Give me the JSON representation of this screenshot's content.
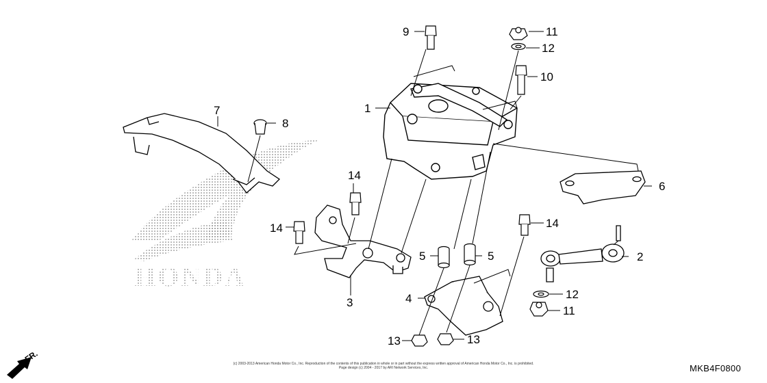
{
  "parts": [
    {
      "id": "part-1",
      "num": "1"
    },
    {
      "id": "part-2",
      "num": "2"
    },
    {
      "id": "part-3",
      "num": "3"
    },
    {
      "id": "part-4",
      "num": "4"
    },
    {
      "id": "part-5a",
      "num": "5"
    },
    {
      "id": "part-5b",
      "num": "5"
    },
    {
      "id": "part-6",
      "num": "6"
    },
    {
      "id": "part-7",
      "num": "7"
    },
    {
      "id": "part-8",
      "num": "8"
    },
    {
      "id": "part-9",
      "num": "9"
    },
    {
      "id": "part-10",
      "num": "10"
    },
    {
      "id": "part-11a",
      "num": "11"
    },
    {
      "id": "part-11b",
      "num": "11"
    },
    {
      "id": "part-12a",
      "num": "12"
    },
    {
      "id": "part-12b",
      "num": "12"
    },
    {
      "id": "part-13a",
      "num": "13"
    },
    {
      "id": "part-13b",
      "num": "13"
    },
    {
      "id": "part-14a",
      "num": "14"
    },
    {
      "id": "part-14b",
      "num": "14"
    },
    {
      "id": "part-14c",
      "num": "14"
    }
  ],
  "watermark_text": "HONDA",
  "direction_label": "FR.",
  "diagram_code": "MKB4F0800",
  "copyright_line1": "(c) 2003-2013 American Honda Motor Co., Inc. Reproduction of the contents of this publication in whole or in part without the express written approval of American Honda Motor Co., Inc. is prohibited.",
  "copyright_line2": "Page design (c) 2004 - 2017 by ARI Network Services, Inc."
}
